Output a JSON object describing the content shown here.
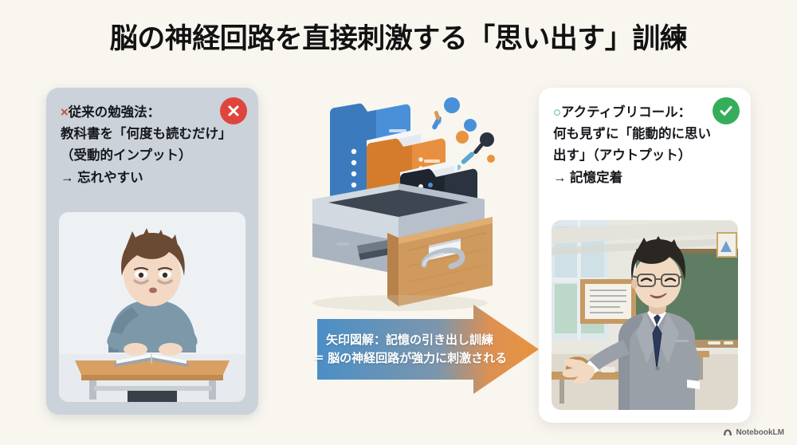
{
  "page": {
    "title": "脳の神経回路を直接刺激する「思い出す」訓練",
    "background_color": "#f8f6ef"
  },
  "left_card": {
    "name": "従来の勉強法カード",
    "background_color": "#ccd2da",
    "badge": {
      "icon": "x-circle-icon",
      "color": "#e0453d"
    },
    "marker": "×",
    "marker_color": "#d2483f",
    "lines": [
      "従来の勉強法：",
      "教科書を「何度も読むだけ」",
      "（受動的インプット）",
      "→ 忘れやすい"
    ],
    "image": {
      "name": "tired-student-photo",
      "description": "机で教科書を読む疲れた表情の学生",
      "palette": {
        "background": "#eef1f4",
        "sweater": "#7d98a8",
        "hair": "#6a4a33",
        "skin": "#f3d9c4",
        "desk": "#d9a063",
        "desk_legs": "#b9bfc4",
        "book": "#fafafa"
      }
    }
  },
  "right_card": {
    "name": "アクティブリコールカード",
    "background_color": "#ffffff",
    "badge": {
      "icon": "check-circle-icon",
      "color": "#34ae5b"
    },
    "marker": "○",
    "marker_color": "#3aa35f",
    "lines": [
      "アクティブリコール：",
      "何も見ずに「能動的に思い",
      "出す」（アウトプット）",
      "→ 記憶定着"
    ],
    "image": {
      "name": "confident-teacher-photo",
      "description": "教室で手を広げて説明するスーツ姿の男性教師",
      "palette": {
        "wall": "#e8e7e0",
        "chalkboard": "#5f7d62",
        "suit": "#9aa0a8",
        "tie": "#2b3a5c",
        "shirt": "#ffffff",
        "hair": "#2a2622",
        "skin": "#f2d9c2",
        "window": "#cfe0e6",
        "desk_wood": "#c79a63"
      }
    }
  },
  "arrow": {
    "name": "矢印図解バナー",
    "lines": [
      "矢印図解：記憶の引き出し訓練",
      "＝ 脳の神経回路が強力に刺激される"
    ],
    "gradient_start": "#4a8fc7",
    "gradient_end": "#e8953f",
    "text_color": "#ffffff"
  },
  "illustration": {
    "name": "ファイルキャビネット引き出し",
    "description": "開いた引き出しから青・オレンジ・紺のフォルダが飛び出し、周囲に粒子が散る",
    "colors": {
      "folder_blue": "#4a90d9",
      "folder_blue_dark": "#3b7bbd",
      "folder_orange": "#e8903f",
      "folder_orange_dark": "#d47c2c",
      "folder_navy": "#2c3340",
      "folder_navy_dark": "#1f252f",
      "cabinet_body": "#c6ced8",
      "cabinet_body_dark": "#aab4c0",
      "drawer_wood": "#d09a5e",
      "drawer_wood_dark": "#b7824a",
      "handle": "#b9c2cc",
      "paper": "#f4f6f8",
      "dot_blue": "#4a90d9",
      "dot_orange": "#e8943f",
      "dot_navy": "#2c3340",
      "dot_light": "#8fc1de"
    }
  },
  "watermark": {
    "label": "NotebookLM",
    "icon": "notebooklm-icon"
  }
}
